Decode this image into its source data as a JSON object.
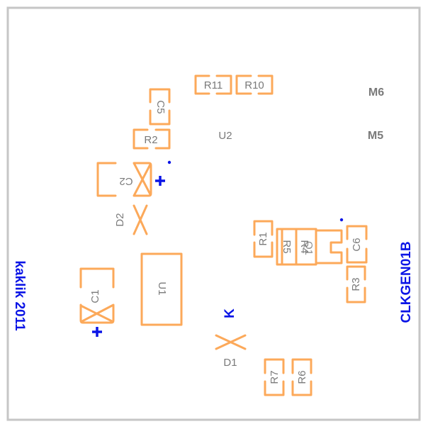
{
  "board": {
    "title_text": "CLKGEN01B",
    "author_text": "kaklik  2011",
    "cathode_marker": "K",
    "mounting_labels": [
      "M6",
      "M5"
    ],
    "colors": {
      "outline": "#c6c6c6",
      "silkscreen": "#fca95a",
      "reference_text": "#7a7a7a",
      "top_text": "#0a14e6"
    }
  },
  "components": {
    "R11": "R11",
    "R10": "R10",
    "C5": "C5",
    "R2": "R2",
    "U2": "U2",
    "C2": "C2",
    "D2": "D2",
    "C1": "C1",
    "U1": "U1",
    "R1": "R1",
    "R5": "R5",
    "R4": "R4",
    "Q1": "Q1",
    "C6": "C6",
    "R3": "R3",
    "D1": "D1",
    "R7": "R7",
    "R6": "R6"
  },
  "polarity": {
    "C2_plus": "+",
    "C1_plus": "+"
  }
}
